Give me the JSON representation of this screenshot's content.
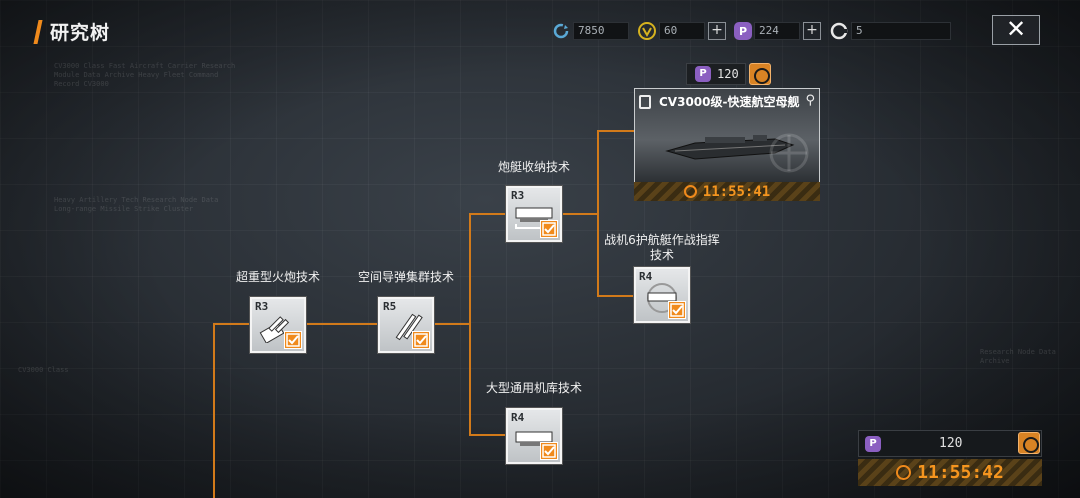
{
  "header": {
    "title": "研究树"
  },
  "resources": [
    {
      "icon": "refresh-icon",
      "value": "7850",
      "has_plus": false,
      "color": "#5aa9d6"
    },
    {
      "icon": "gold-emblem-icon",
      "value": "60",
      "has_plus": true,
      "color": "#d6b21f"
    },
    {
      "icon": "p-token-icon",
      "value": "224",
      "has_plus": true,
      "color": "#8b5fc1"
    },
    {
      "icon": "gauge-icon",
      "value": "5",
      "has_plus": false,
      "color": "#e8e8e8"
    }
  ],
  "close_label": "✕",
  "background_text": {
    "block1": "CV3000 Class Fast Aircraft Carrier Research Module Data Archive Heavy Fleet Command Record CV3000",
    "block2": "Heavy Artillery Tech Research Node Data Long-range Missile Strike Cluster",
    "block3": "CV3000 Class",
    "block4": "Research Node Data Archive"
  },
  "nodes": [
    {
      "id": "heavy-cannon",
      "label": "超重型火炮技术",
      "rank": "R3",
      "icon": "heavy-cannon-icon"
    },
    {
      "id": "missile-cluster",
      "label": "空间导弹集群技术",
      "rank": "R5",
      "icon": "missile-cluster-icon"
    },
    {
      "id": "gunboat-storage",
      "label": "炮艇收纳技术",
      "rank": "R3",
      "icon": "gunboat-icon"
    },
    {
      "id": "escort-command",
      "label": "战机6护航艇作战指挥技术",
      "rank": "R4",
      "icon": "escort-ship-icon"
    },
    {
      "id": "hangar",
      "label": "大型通用机库技术",
      "rank": "R4",
      "icon": "hangar-icon"
    }
  ],
  "ship_card": {
    "cost": "120",
    "name": "CV3000级-快速航空母舰",
    "timer": "11:55:41"
  },
  "bottom_panel": {
    "cost": "120",
    "timer": "11:55:42"
  },
  "colors": {
    "accent": "#f08a1c",
    "line": "#d27a1a",
    "token": "#8b5fc1"
  }
}
